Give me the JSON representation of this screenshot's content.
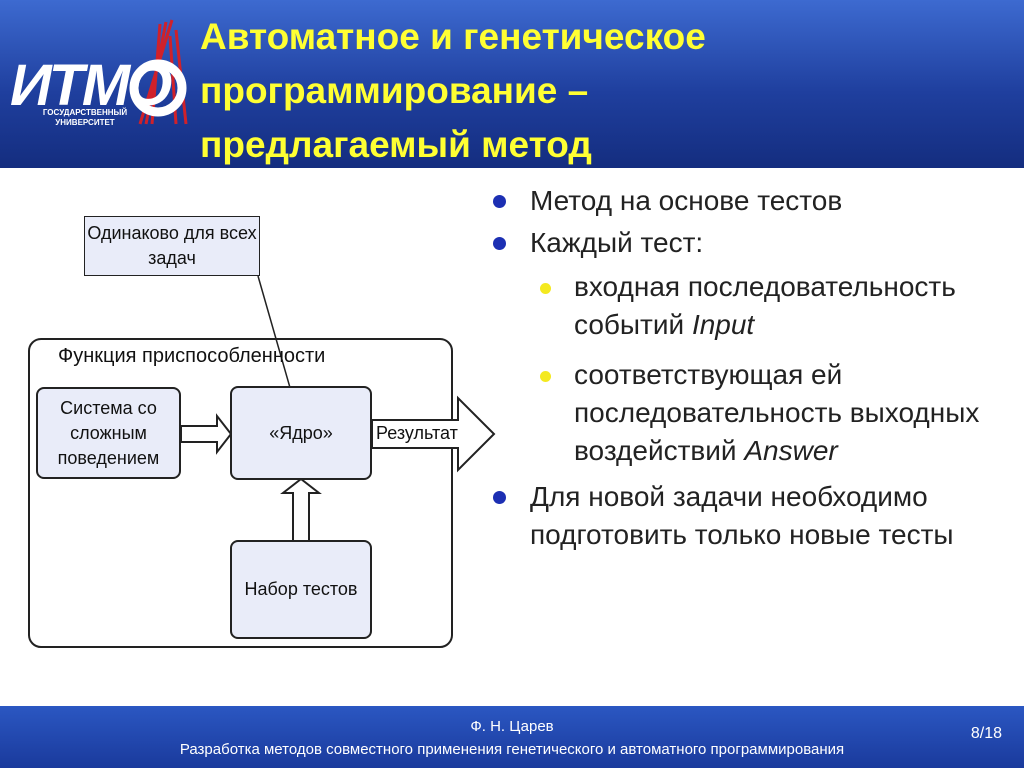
{
  "logo": {
    "text": "ИТМО",
    "subtitle": "ГОСУДАРСТВЕННЫЙ УНИВЕРСИТЕТ"
  },
  "title_lines": [
    "Автоматное и генетическое",
    "программирование –",
    "предлагаемый метод"
  ],
  "diagram": {
    "same_box": "Одинаково для всех задач",
    "fitness_label": "Функция приспособленности",
    "system_box": "Система со сложным поведением",
    "core_box": "«Ядро»",
    "result_label": "Результат",
    "tests_box": "Набор тестов"
  },
  "bullets": [
    {
      "text": "Метод на основе тестов"
    },
    {
      "text": "Каждый тест:"
    },
    {
      "text": "входная последовательность событий ",
      "italic": "Input"
    },
    {
      "text": "соответствующая ей последовательность выходных воздействий ",
      "italic": "Answer"
    },
    {
      "text": "Для новой задачи необходимо подготовить только новые тесты"
    }
  ],
  "footer": {
    "author": "Ф. Н. Царев",
    "subtitle": "Разработка методов совместного применения генетического и автоматного программирования",
    "page": "8/18"
  },
  "colors": {
    "title": "#ffff33",
    "header": "#1f3f9e",
    "bullet_main": "#1c2fb3",
    "bullet_sub": "#f4e91f"
  }
}
